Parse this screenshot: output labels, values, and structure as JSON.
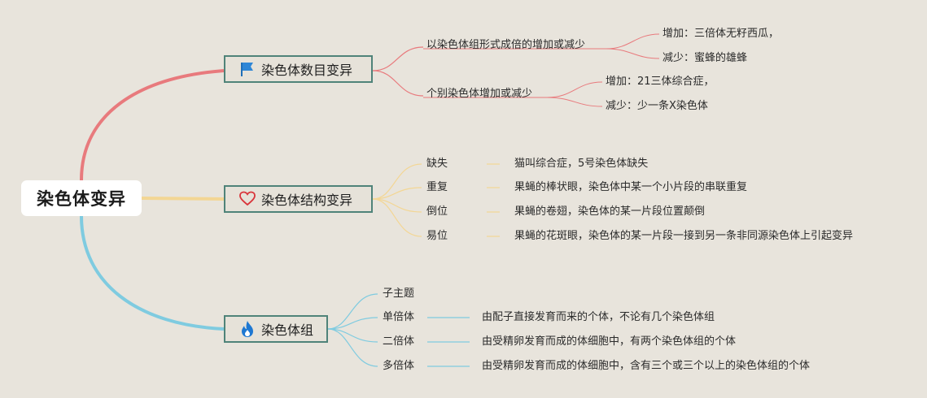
{
  "root": {
    "label": "染色体变异"
  },
  "branches": [
    {
      "label": "染色体数目变异",
      "icon": "flag-icon",
      "color": "#e87a7d",
      "children": [
        {
          "label": "以染色体组形式成倍的增加或减少",
          "children": [
            {
              "label": "增加：三倍体无籽西瓜，"
            },
            {
              "label": "减少：蜜蜂的雄蜂"
            }
          ]
        },
        {
          "label": "个别染色体增加或减少",
          "children": [
            {
              "label": "增加：21三体综合症，"
            },
            {
              "label": "减少：少一条X染色体"
            }
          ]
        }
      ]
    },
    {
      "label": "染色体结构变异",
      "icon": "heart-icon",
      "color": "#f3d694",
      "children": [
        {
          "label": "缺失",
          "detail": "猫叫综合症，5号染色体缺失"
        },
        {
          "label": "重复",
          "detail": "果蝇的棒状眼，染色体中某一个小片段的串联重复"
        },
        {
          "label": "倒位",
          "detail": "果蝇的卷翅，染色体的某一片段位置颠倒"
        },
        {
          "label": "易位",
          "detail": "果蝇的花斑眼，染色体的某一片段一接到另一条非同源染色体上引起变异"
        }
      ]
    },
    {
      "label": "染色体组",
      "icon": "flame-icon",
      "color": "#7fcbe0",
      "children": [
        {
          "label": "子主题",
          "detail": ""
        },
        {
          "label": "单倍体",
          "detail": "由配子直接发育而来的个体，不论有几个染色体组"
        },
        {
          "label": "二倍体",
          "detail": "由受精卵发育而成的体细胞中，有两个染色体组的个体"
        },
        {
          "label": "多倍体",
          "detail": "由受精卵发育而成的体细胞中，含有三个或三个以上的染色体组的个体"
        }
      ]
    }
  ]
}
